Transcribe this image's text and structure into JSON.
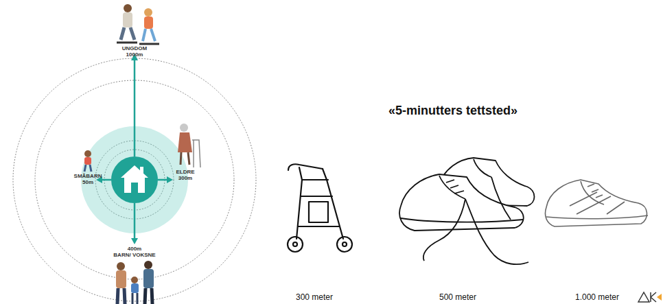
{
  "diagram": {
    "title": "«5-minutters tettsted»",
    "labels": [
      "UNGDOM",
      "1000m",
      "SMÅBARN",
      "50m",
      "ELDRE",
      "300m",
      "400m",
      "BARN/ VOKSNE",
      "300 meter",
      "500 meter",
      "1.000 meter"
    ]
  }
}
